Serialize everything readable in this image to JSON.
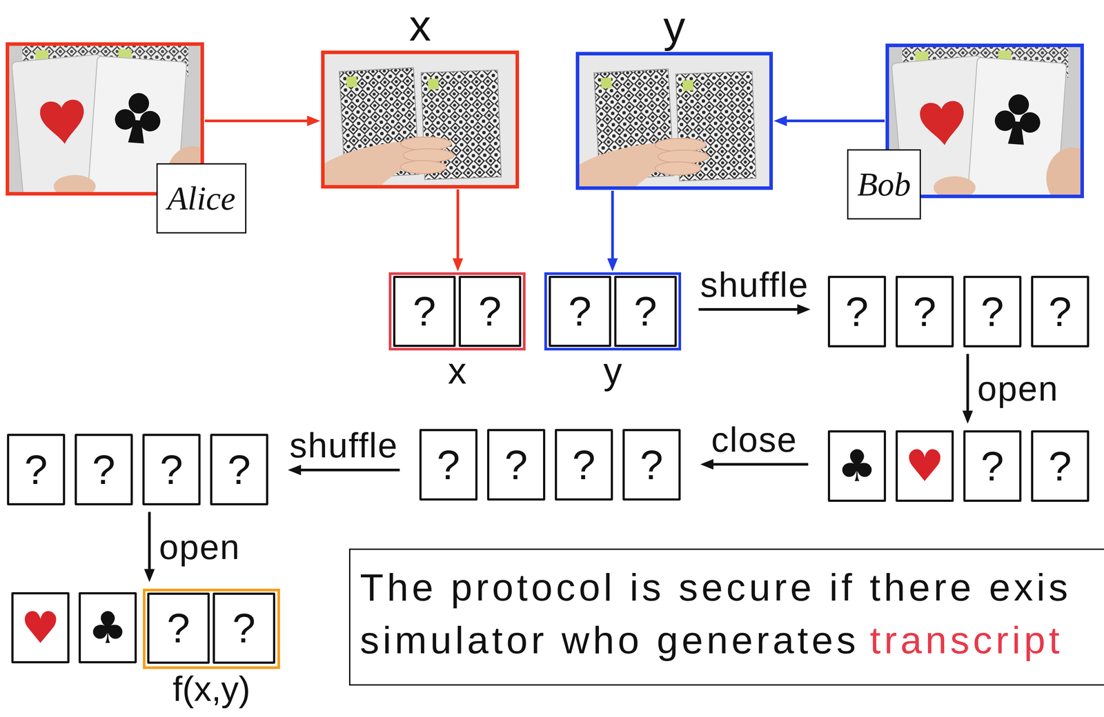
{
  "diagram": {
    "nodes": [
      {
        "text": [
          "Alice"
        ]
      },
      {
        "text": [
          "x"
        ]
      },
      {
        "text": [
          "y"
        ]
      },
      {
        "text": [
          "Bob"
        ]
      },
      {
        "text": [
          "x"
        ]
      },
      {
        "text": [
          "?"
        ],
        "in": 4
      },
      {
        "text": [
          "?"
        ],
        "in": 4
      },
      {
        "text": [
          "y"
        ]
      },
      {
        "text": [
          "?"
        ],
        "in": 7
      },
      {
        "text": [
          "?"
        ],
        "in": 7
      },
      {
        "text": [
          "?"
        ]
      },
      {
        "text": [
          "?"
        ]
      },
      {
        "text": [
          "?"
        ]
      },
      {
        "text": [
          "?"
        ]
      },
      {
        "text": [
          "♣"
        ]
      },
      {
        "text": [
          "♥"
        ]
      },
      {
        "text": [
          "?"
        ]
      },
      {
        "text": [
          "?"
        ]
      },
      {
        "text": [
          "?"
        ]
      },
      {
        "text": [
          "?"
        ]
      },
      {
        "text": [
          "?"
        ]
      },
      {
        "text": [
          "?"
        ]
      },
      {
        "text": [
          "?"
        ]
      },
      {
        "text": [
          "?"
        ]
      },
      {
        "text": [
          "?"
        ]
      },
      {
        "text": [
          "?"
        ]
      },
      {
        "text": [
          "♥"
        ]
      },
      {
        "text": [
          "♣"
        ]
      },
      {
        "text": [
          "f(x,y)"
        ]
      },
      {
        "text": [
          "?"
        ],
        "in": 28
      },
      {
        "text": [
          "?"
        ],
        "in": 28
      },
      {
        "text": [
          "The protocol is secure if there exis",
          "simulator who generates",
          "transcript"
        ]
      }
    ],
    "edges": [
      {
        "from": 0,
        "to": 1,
        "arrow": "to"
      },
      {
        "from": 3,
        "to": 2,
        "arrow": "to"
      },
      {
        "from": 1,
        "to": 4,
        "arrow": "to"
      },
      {
        "from": 2,
        "to": 7,
        "arrow": "to"
      },
      {
        "from": 7,
        "to": 10,
        "label": "shuffle",
        "arrow": "to"
      },
      {
        "from": 12,
        "to": 16,
        "label": "open",
        "arrow": "to"
      },
      {
        "from": 14,
        "to": 21,
        "label": "close",
        "arrow": "to"
      },
      {
        "from": 18,
        "to": 25,
        "label": "shuffle",
        "arrow": "to"
      },
      {
        "from": 24,
        "to": 28,
        "label": "open",
        "arrow": "to"
      }
    ]
  }
}
